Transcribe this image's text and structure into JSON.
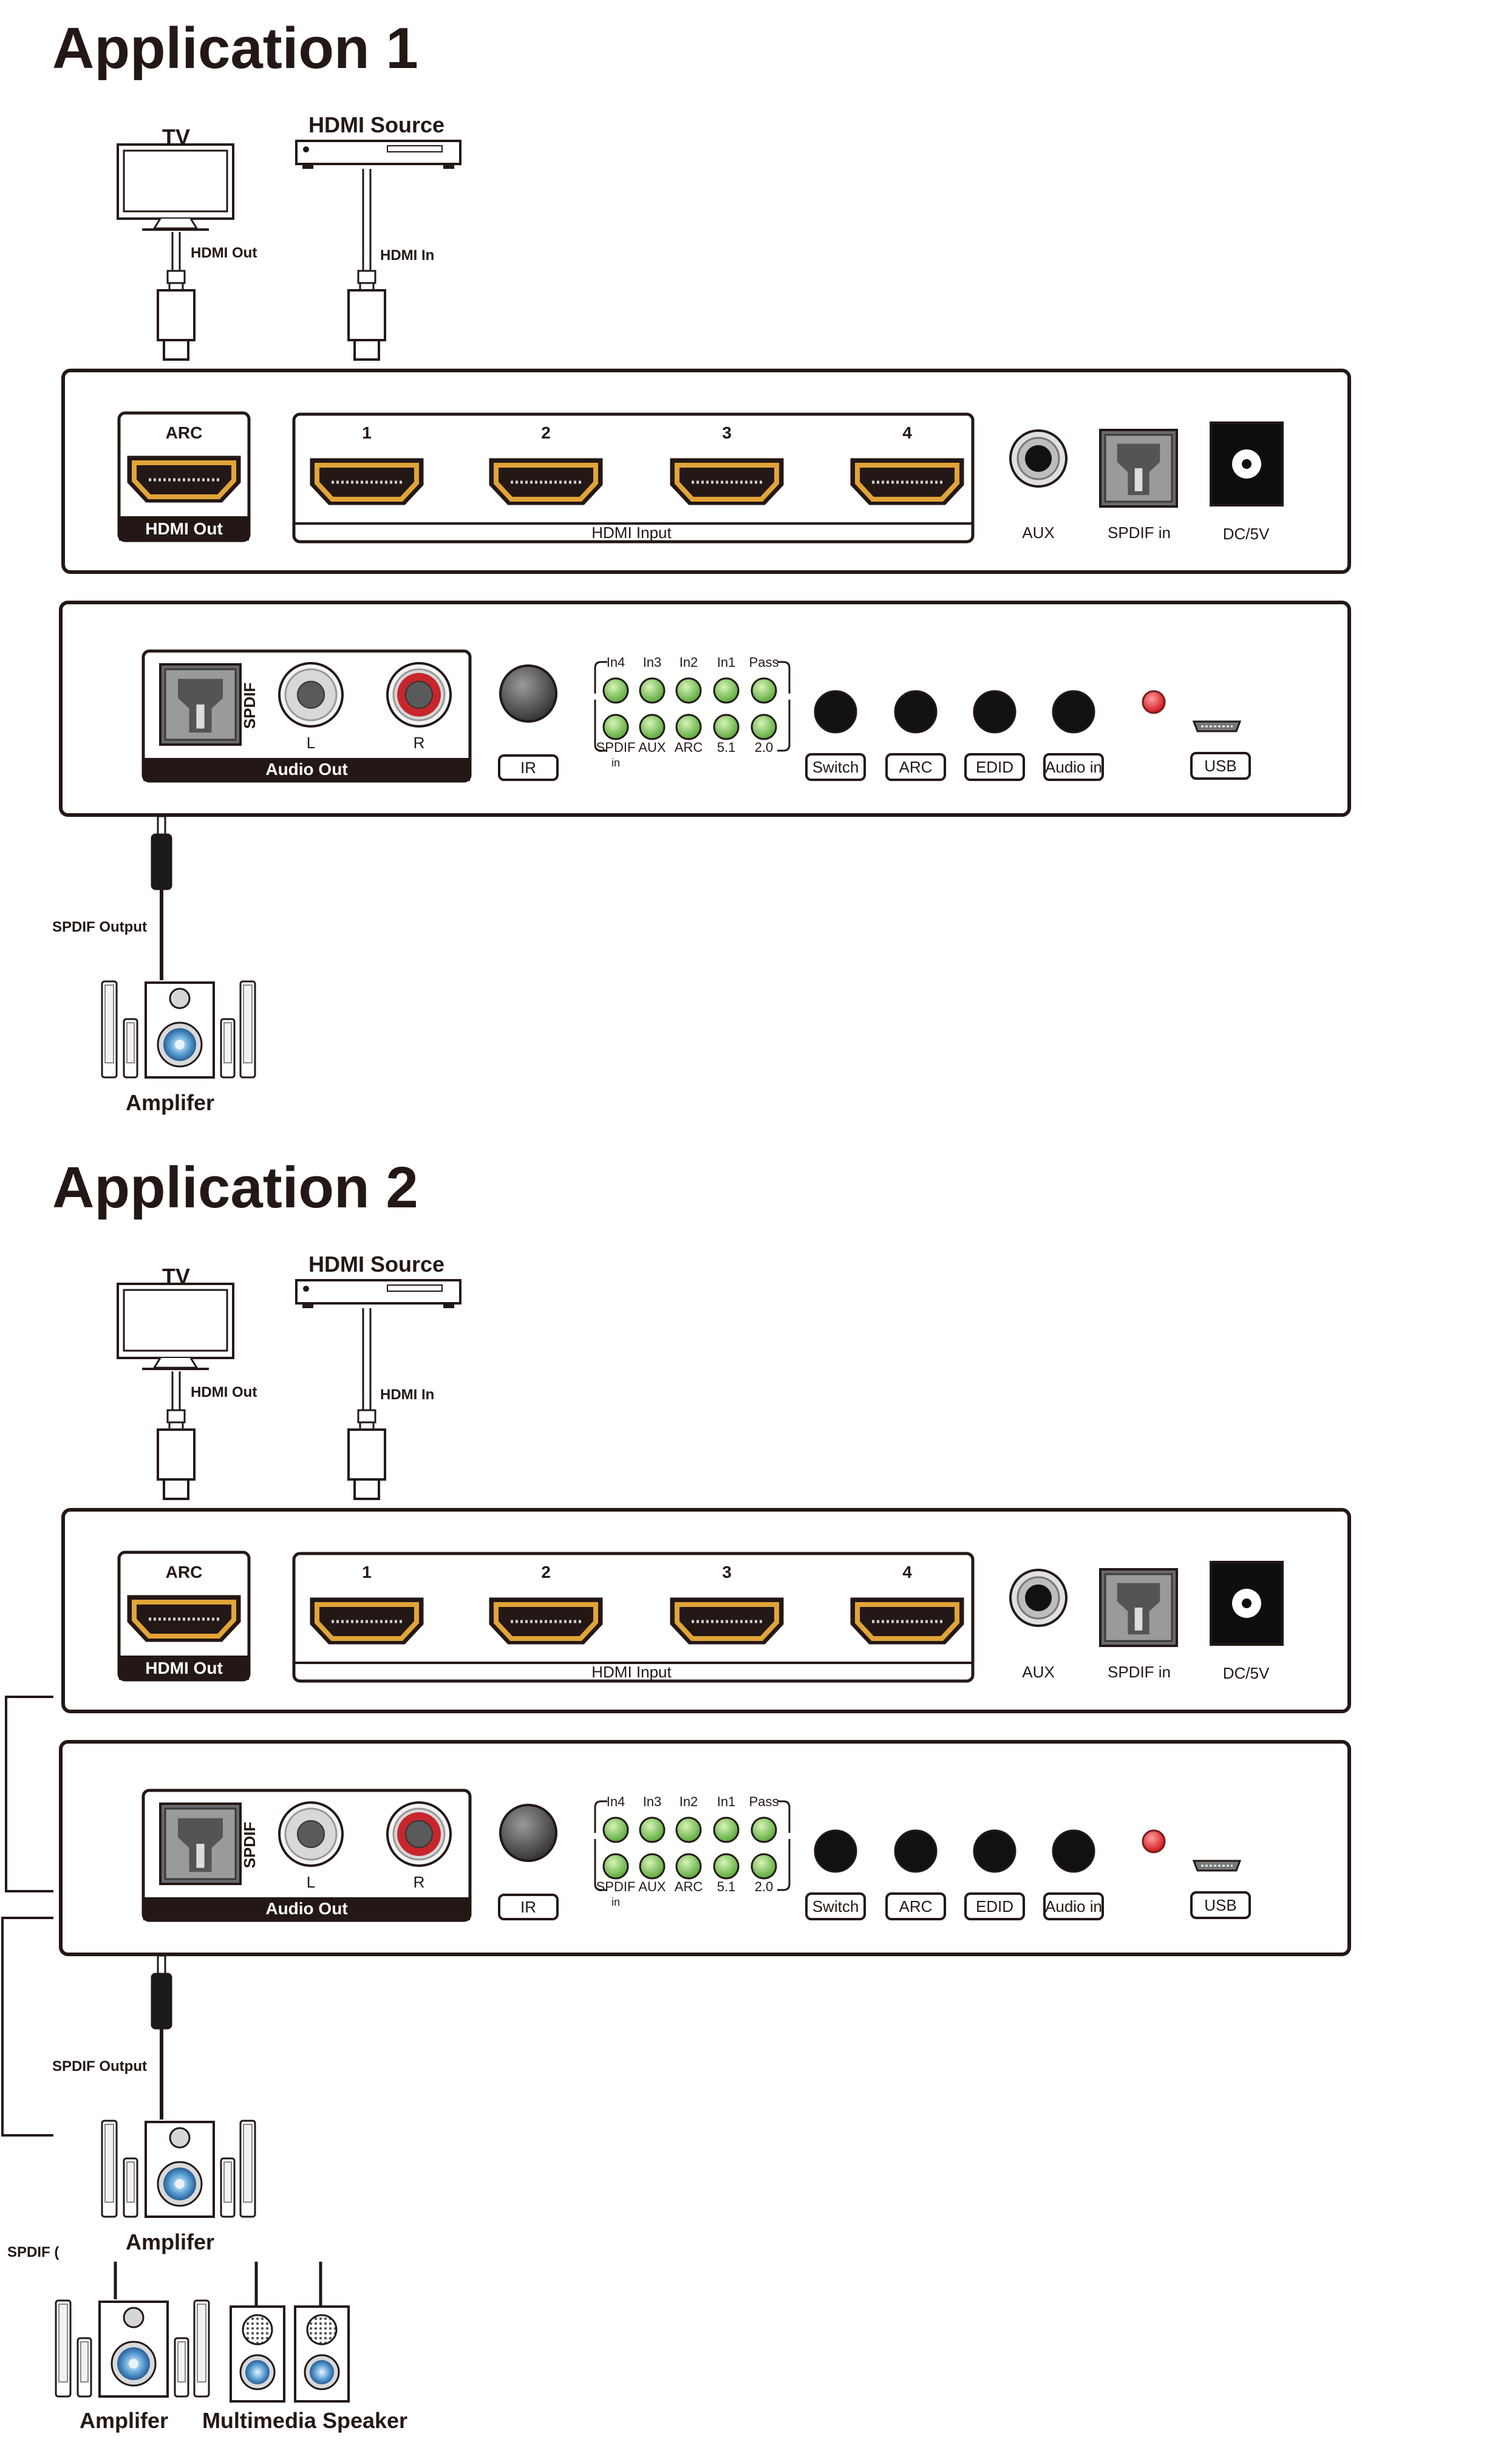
{
  "sections": [
    {
      "heading": "Application 1",
      "tv_label": "TV",
      "source_label": "HDMI Source",
      "hdmi_out_cable": "HDMI Out",
      "hdmi_in_cable": "HDMI In",
      "spdif_cable": "SPDIF Output",
      "amp_label": "Amplifer"
    },
    {
      "heading": "Application 2",
      "tv_label": "TV",
      "source_label": "HDMI Source",
      "hdmi_out_cable": "HDMI Out",
      "hdmi_in_cable": "HDMI In",
      "spdif_cable": "SPDIF Output",
      "amp_label": "Amplifer",
      "spdif_side": "SPDIF (",
      "amp2_label": "Amplifer",
      "speaker_label": "Multimedia Speaker"
    }
  ],
  "front_panel": {
    "arc": "ARC",
    "hdmi_out": "HDMI Out",
    "ports": [
      "1",
      "2",
      "3",
      "4"
    ],
    "hdmi_input": "HDMI Input",
    "aux": "AUX",
    "spdif_in": "SPDIF in",
    "dc": "DC/5V"
  },
  "rear_panel": {
    "spdif_vertical": "SPDIF",
    "left": "L",
    "right": "R",
    "audio_out": "Audio Out",
    "ir": "IR",
    "led_top": [
      "In4",
      "In3",
      "In2",
      "In1",
      "Pass"
    ],
    "led_bottom": [
      "SPDIF",
      "AUX",
      "ARC",
      "5.1",
      "2.0"
    ],
    "led_bottom_sub": "in",
    "buttons": [
      "Switch",
      "ARC",
      "EDID",
      "Audio in"
    ],
    "usb": "USB"
  },
  "colors": {
    "ink": "#231815",
    "hdmi_gold": "#e1a437",
    "led_green": "#7ec657",
    "rca_red": "#c7262d",
    "power_led": "#e8242b"
  }
}
